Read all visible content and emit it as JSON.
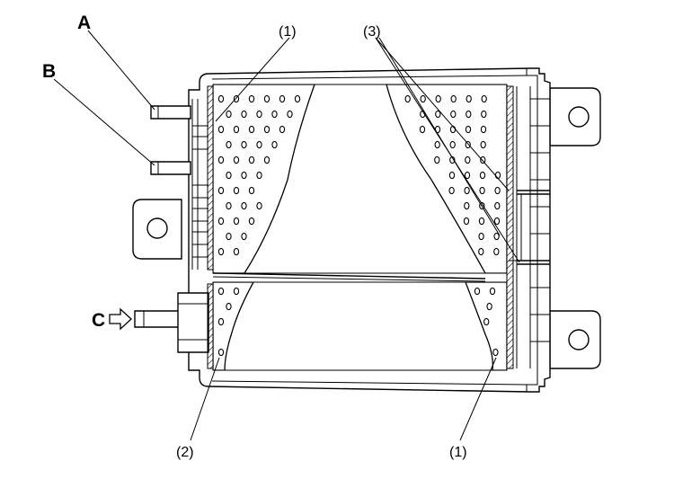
{
  "labels": {
    "port_a": "A",
    "port_b": "B",
    "port_c": "C",
    "callout_1_top": "(1)",
    "callout_1_bottom": "(1)",
    "callout_2": "(2)",
    "callout_3": "(3)"
  },
  "icons": {
    "inlet_arrow": "outline-right-arrow-icon"
  }
}
